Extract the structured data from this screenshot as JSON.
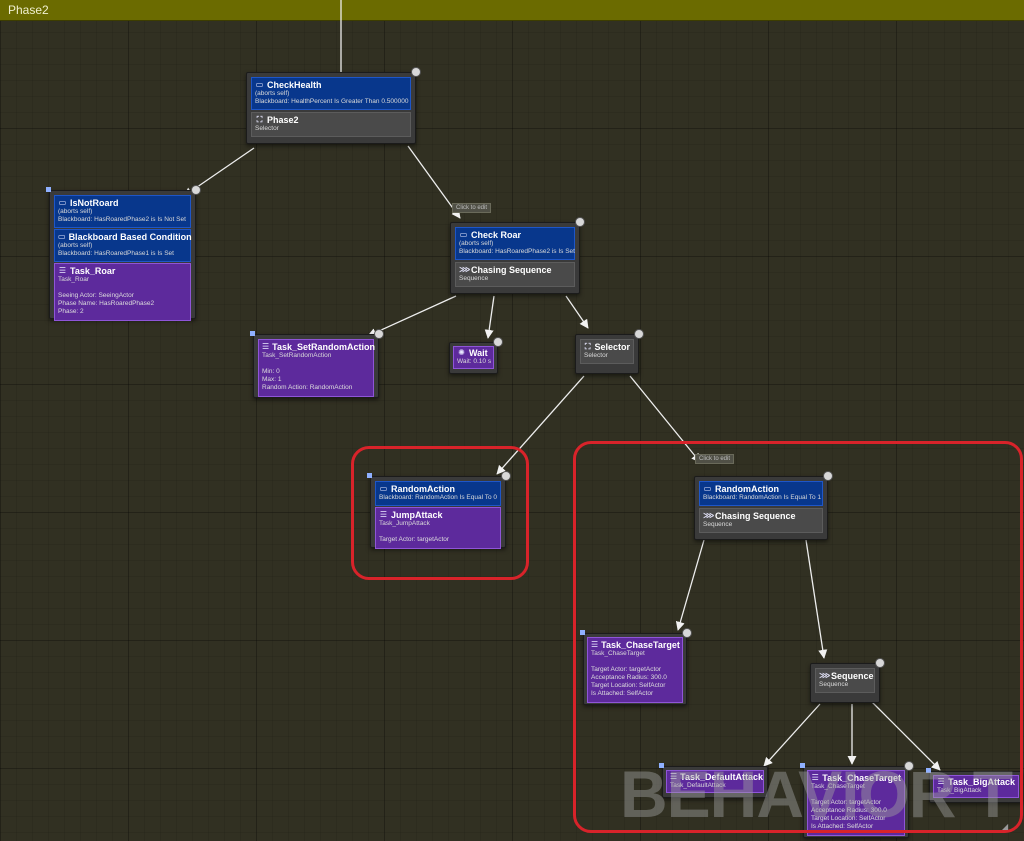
{
  "graph": {
    "title": "Phase2"
  },
  "icons": {
    "decorator": "decorator-icon",
    "task": "task-icon",
    "selector": "selector-icon",
    "sequence": "sequence-icon",
    "wait": "wait-icon"
  },
  "colors": {
    "decorator": "#08378c",
    "task": "#5d2a9c",
    "composite": "#4a4a4a",
    "highlight": "#d8232a",
    "header": "#6b6b00"
  },
  "nodes": {
    "phase2": {
      "dec_title": "CheckHealth",
      "dec_aborts": "(aborts self)",
      "dec_desc": "Blackboard: HealthPercent Is Greater Than 0.500000",
      "title": "Phase2",
      "sub": "Selector"
    },
    "roar_branch": {
      "dec1_title": "IsNotRoard",
      "dec1_aborts": "(aborts self)",
      "dec1_desc": "Blackboard: HasRoaredPhase2 is Is Not Set",
      "dec2_title": "Blackboard Based Condition",
      "dec2_aborts": "(aborts self)",
      "dec2_desc": "Blackboard: HasRoaredPhase1 is Is Set",
      "task_title": "Task_Roar",
      "task_sub": "Task_Roar",
      "task_details": [
        "Seeing Actor: SeeingActor",
        "Phase Name: HasRoaredPhase2",
        "Phase: 2"
      ]
    },
    "chasing": {
      "click_to_edit": "Click to edit",
      "dec_title": "Check Roar",
      "dec_aborts": "(aborts self)",
      "dec_desc": "Blackboard: HasRoaredPhase2 is Is Set",
      "title": "Chasing Sequence",
      "sub": "Sequence"
    },
    "set_random": {
      "title": "Task_SetRandomAction",
      "sub": "Task_SetRandomAction",
      "details": [
        "Min: 0",
        "Max: 1",
        "Random Action: RandomAction"
      ]
    },
    "wait": {
      "title": "Wait",
      "sub": "Wait: 0.10 s"
    },
    "selector": {
      "title": "Selector",
      "sub": "Selector"
    },
    "jump": {
      "dec_title": "RandomAction",
      "dec_desc": "Blackboard: RandomAction Is Equal To 0",
      "task_title": "JumpAttack",
      "task_sub": "Task_JumpAttack",
      "details": [
        "Target Actor: targetActor"
      ]
    },
    "chase2": {
      "click_to_edit": "Click to edit",
      "dec_title": "RandomAction",
      "dec_desc": "Blackboard: RandomAction Is Equal To 1",
      "title": "Chasing Sequence",
      "sub": "Sequence"
    },
    "chase_target": {
      "title": "Task_ChaseTarget",
      "sub": "Task_ChaseTarget",
      "details": [
        "Target Actor: targetActor",
        "Acceptance Radius: 300.0",
        "Target Location: SelfActor",
        "Is Attached: SelfActor"
      ]
    },
    "sequence": {
      "title": "Sequence",
      "sub": "Sequence"
    },
    "default_attack": {
      "title": "Task_DefaultAttack",
      "sub": "Task_DefaultAttack"
    },
    "chase_target2": {
      "title": "Task_ChaseTarget",
      "sub": "Task_ChaseTarget",
      "details": [
        "Target Actor: targetActor",
        "Acceptance Radius: 300.0",
        "Target Location: SelfActor",
        "Is Attached: SelfActor"
      ]
    },
    "big_attack": {
      "title": "Task_BigAttack",
      "sub": "Task_BigAttack"
    }
  },
  "watermark": "BEHAVIOR T"
}
